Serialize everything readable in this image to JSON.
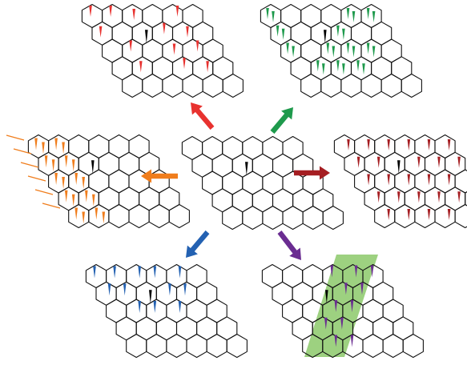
{
  "figure": {
    "center": {
      "marker_color": "#000000"
    },
    "panels": [
      {
        "id": "top-left",
        "marker_color": "#e8322f",
        "arrow_color": "#e8322f",
        "pattern": "sparse-random"
      },
      {
        "id": "top-right",
        "marker_color": "#1e9a4c",
        "arrow_color": "#1e9a4c",
        "pattern": "sparse-pairs"
      },
      {
        "id": "middle-left",
        "marker_color": "#f07d1c",
        "arrow_color": "#f07d1c",
        "pattern": "edge-dense"
      },
      {
        "id": "middle-right",
        "marker_color": "#a51e22",
        "arrow_color": "#a51e22",
        "pattern": "dense-uniform"
      },
      {
        "id": "bottom-left",
        "marker_color": "#2361b2",
        "arrow_color": "#2361b2",
        "pattern": "local-cluster"
      },
      {
        "id": "bottom-right",
        "marker_color": "#6a2c91",
        "arrow_color": "#6a2c91",
        "pattern": "stripe",
        "highlight_color": "#8cc96a"
      }
    ]
  }
}
